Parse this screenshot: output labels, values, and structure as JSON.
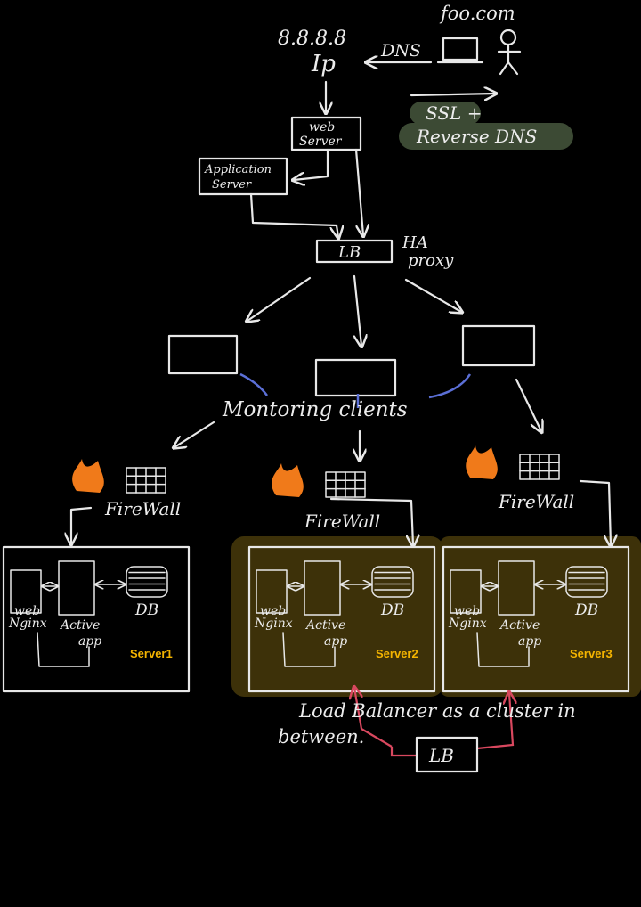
{
  "top": {
    "domain": "foo.com",
    "ip_value": "8.8.8.8",
    "ip_label": "Ip",
    "dns_label": "DNS"
  },
  "notes": {
    "ssl": "SSL +",
    "reverse_dns": "Reverse DNS"
  },
  "tier1": {
    "web_server_line1": "web",
    "web_server_line2": "Server",
    "app_server_line1": "Application",
    "app_server_line2": "Server",
    "lb": "LB",
    "ha_line1": "HA",
    "ha_line2": "proxy"
  },
  "monitoring": "Montoring clients",
  "firewall": "FireWall",
  "servers": [
    {
      "name": "Server1",
      "highlighted": false
    },
    {
      "name": "Server2",
      "highlighted": true
    },
    {
      "name": "Server3",
      "highlighted": true
    }
  ],
  "server_labels": {
    "web": "web",
    "nginx": "Nginx",
    "active": "Active",
    "app": "app",
    "db": "DB"
  },
  "bottom": {
    "caption_line1": "Load Balancer as a cluster in",
    "caption_line2": "between.",
    "lb": "LB"
  },
  "colors": {
    "background": "#000000",
    "stroke": "#e8e8e8",
    "highlight_fill": "#3d3109",
    "note_fill": "#3c4a34",
    "server_label": "#f4b400",
    "monitor_link": "#5b6fd6",
    "flame": "#f07a1a",
    "cluster_arrow": "#d9485f"
  }
}
